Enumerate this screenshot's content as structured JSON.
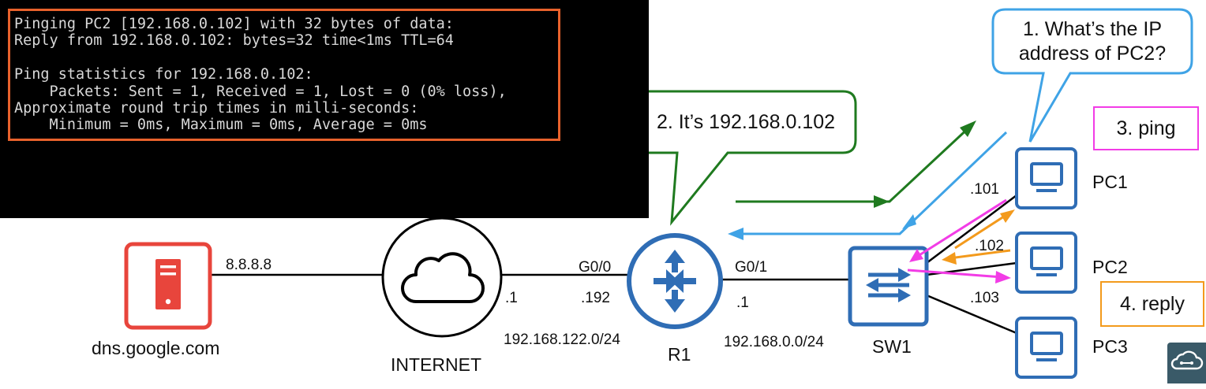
{
  "terminal": {
    "lines": [
      "Pinging PC2 [192.168.0.102] with 32 bytes of data:",
      "Reply from 192.168.0.102: bytes=32 time<1ms TTL=64",
      "",
      "Ping statistics for 192.168.0.102:",
      "    Packets: Sent = 1, Received = 1, Lost = 0 (0% loss),",
      "Approximate round trip times in milli-seconds:",
      "    Minimum = 0ms, Maximum = 0ms, Average = 0ms"
    ],
    "border_color": "#e8622c"
  },
  "callouts": {
    "step1_line1": "1. What’s the IP",
    "step1_line2": "address of PC2?",
    "step2": "2. It’s 192.168.0.102",
    "step3": "3. ping",
    "step4": "4. reply"
  },
  "nodes": {
    "dns": "dns.google.com",
    "internet": "INTERNET",
    "r1": "R1",
    "sw1": "SW1",
    "pc1": "PC1",
    "pc2": "PC2",
    "pc3": "PC3"
  },
  "links": {
    "dns_ip": "8.8.8.8",
    "internet_side": ".1",
    "r1_g00": "G0/0",
    "r1_g00_ip": ".192",
    "net_left": "192.168.12​2.0/24",
    "r1_g01": "G0/1",
    "r1_g01_ip": ".1",
    "net_right": "192.168.0.0/24",
    "pc1_ip": ".101",
    "pc2_ip": ".102",
    "pc3_ip": ".103"
  },
  "colors": {
    "server_red": "#e8453c",
    "device_blue": "#2f6db5",
    "question_blue": "#3fa3e6",
    "answer_green": "#1f7a1f",
    "ping_magenta": "#f23ce6",
    "reply_orange": "#f39a1c"
  }
}
